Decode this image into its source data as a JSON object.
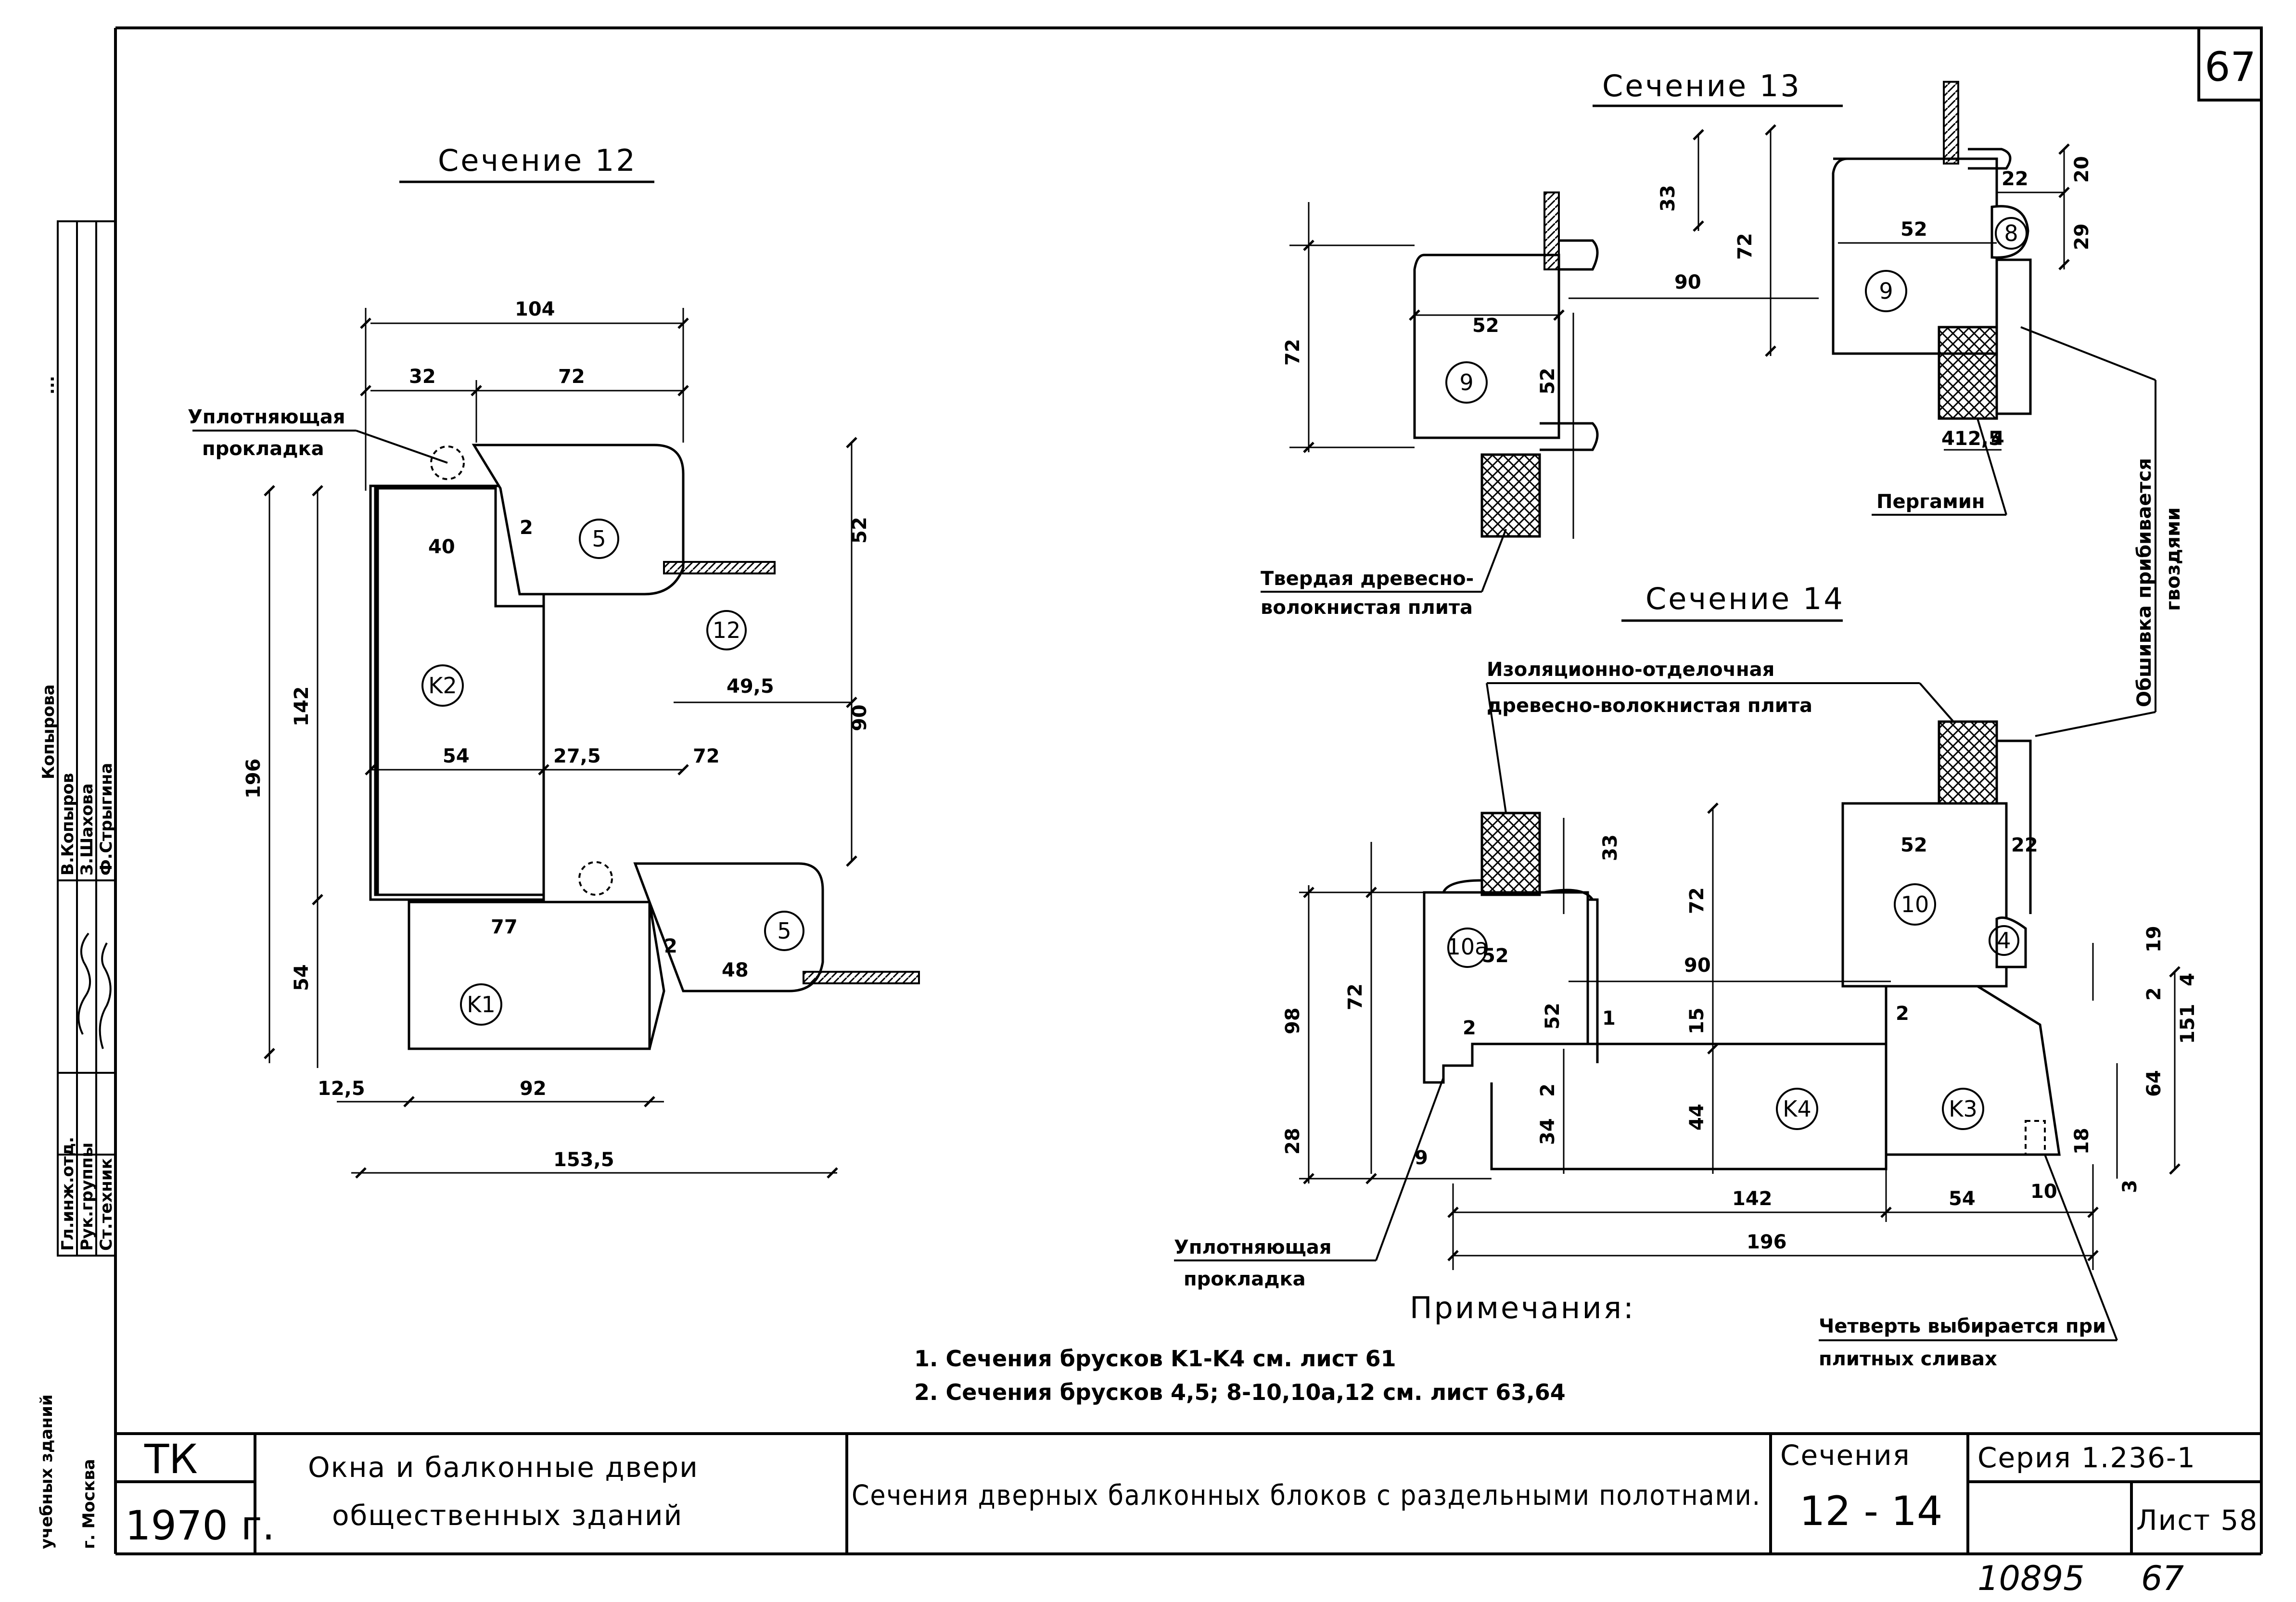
{
  "sheet_number_top": "67",
  "sections": {
    "s12": {
      "title": "Сечение 12",
      "seal_label": [
        "Уплотняющая",
        "прокладка"
      ],
      "dims": [
        "104",
        "32",
        "72",
        "52",
        "142",
        "196",
        "54",
        "49,5",
        "90",
        "54",
        "27,5",
        "72",
        "77",
        "48",
        "92",
        "12,5",
        "153,5",
        "40",
        "2",
        "2"
      ],
      "parts": [
        "5",
        "12",
        "K2",
        "K1",
        "5"
      ]
    },
    "s13": {
      "title": "Сечение 13",
      "dims": [
        "33",
        "72",
        "90",
        "52",
        "52",
        "72",
        "52",
        "22",
        "20",
        "29",
        "4",
        "12,5",
        "4"
      ],
      "parts": [
        "9",
        "9",
        "8"
      ],
      "label_pergamin": "Пергамин",
      "label_hardboard": [
        "Твердая древесно-",
        "волокнистая плита"
      ],
      "label_fastening": [
        "Обшивка прибивается",
        "гвоздями"
      ]
    },
    "s14": {
      "title": "Сечение 14",
      "label_insulation": [
        "Изоляционно-отделочная",
        "древесно-волокнистая плита"
      ],
      "dims": [
        "33",
        "72",
        "52",
        "22",
        "52",
        "90",
        "98",
        "72",
        "52",
        "15",
        "2",
        "1",
        "2",
        "19",
        "4",
        "2",
        "64",
        "151",
        "44",
        "34",
        "2",
        "28",
        "9",
        "18",
        "3",
        "10",
        "142",
        "54",
        "196"
      ],
      "parts": [
        "10a",
        "10",
        "4",
        "K4",
        "K3"
      ],
      "seal_label": [
        "Уплотняющая",
        "прокладка"
      ],
      "quarter_label": [
        "Четверть выбирается при",
        "плитных сливах"
      ]
    }
  },
  "notes": {
    "heading": "Примечания:",
    "items": [
      "1. Сечения брусков K1-K4 см. лист 61",
      "2. Сечения брусков 4,5; 8-10,10а,12 см. лист 63,64"
    ]
  },
  "side_panel": {
    "institute": [
      "учебных зданий",
      "г. Москва"
    ],
    "roles": [
      "Гл.инж.отд.",
      "Рук.группы",
      "Ст.техник"
    ],
    "names": [
      "В.Копыров",
      "З.Шахова",
      "Ф.Стрыгина"
    ],
    "top_faint": [
      "...",
      "Копырова"
    ]
  },
  "title_block": {
    "org": "ТК",
    "year": "1970 г.",
    "project_line1": "Окна и балконные двери",
    "project_line2": "общественных зданий",
    "drawing_title": "Сечения дверных балконных блоков с раздельными полотнами.",
    "section_label": "Сечения",
    "section_range": "12 - 14",
    "series": "Серия 1.236-1",
    "sheet": "Лист 58"
  },
  "footer": {
    "archive_no": "10895",
    "page": "67"
  }
}
